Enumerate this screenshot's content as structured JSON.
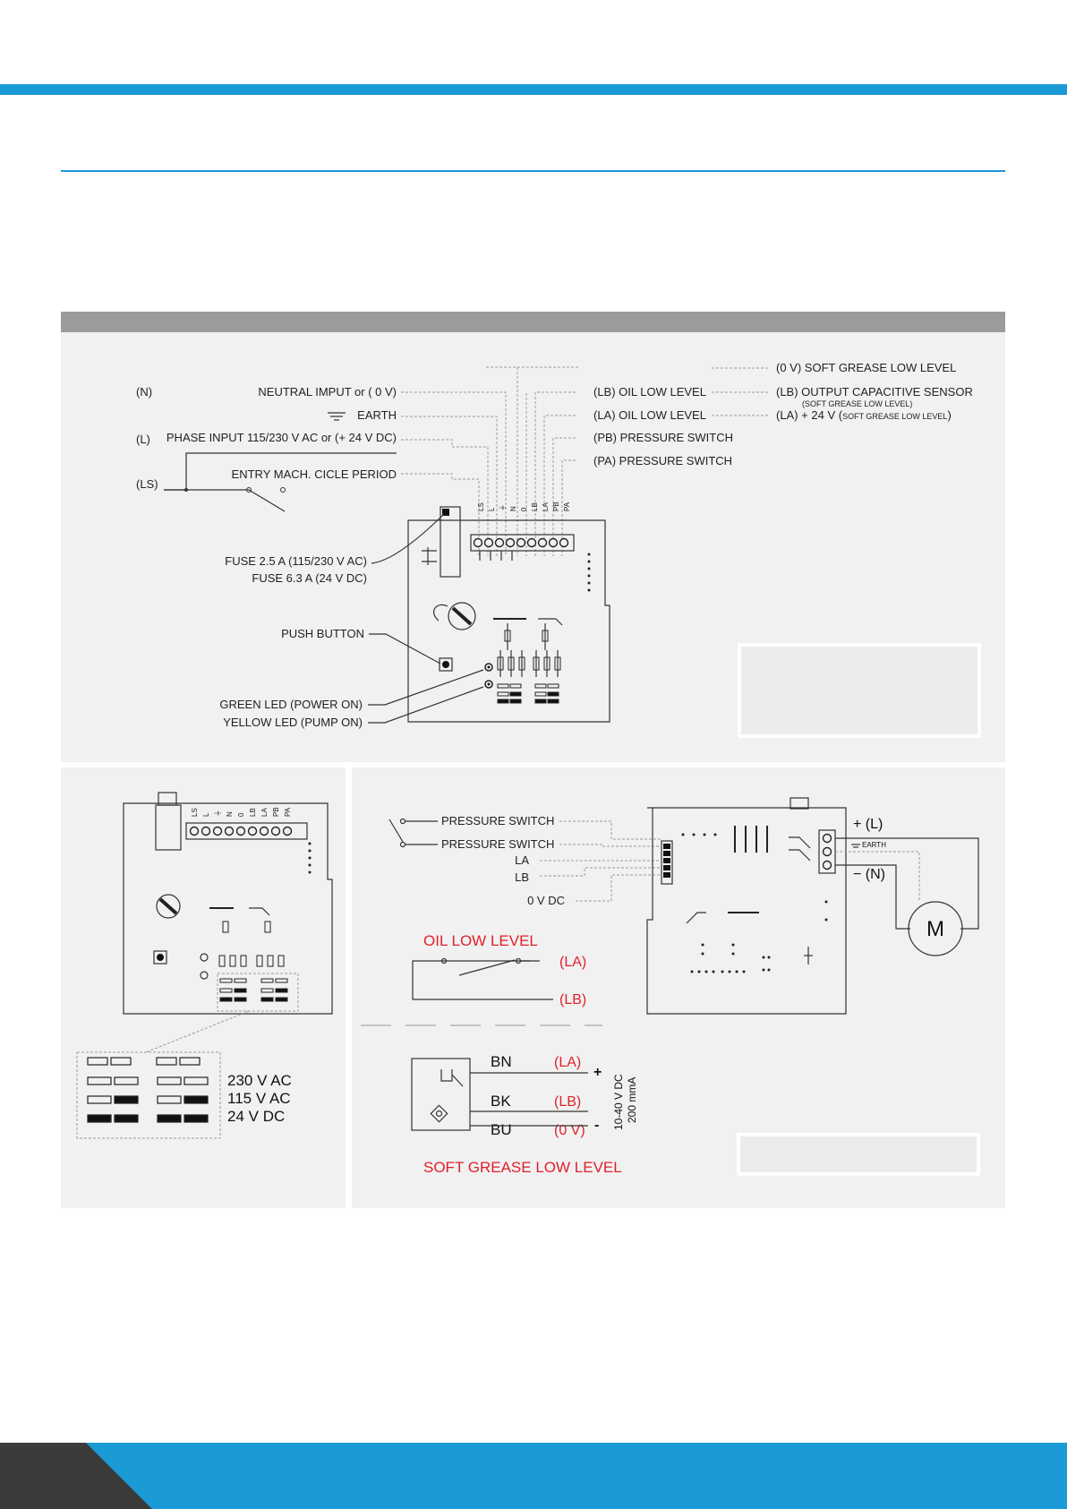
{
  "colors": {
    "accent": "#1a9ad6",
    "dark": "#3b3b3b",
    "panel": "#f1f1f1",
    "panel_header": "#9b9b9b",
    "red_label": "#e0202a"
  },
  "main_diagram": {
    "left_labels": {
      "n": "(N)",
      "l": "(L)",
      "ls": "(LS)"
    },
    "inputs": {
      "neutral": "NEUTRAL IMPUT or ( 0 V)",
      "earth": "EARTH",
      "phase": "PHASE INPUT 115/230 V AC or (+ 24 V DC)",
      "entry": "ENTRY MACH. CICLE PERIOD"
    },
    "terminal_labels": [
      "LS",
      "L",
      "⏚",
      "N",
      "0",
      "LB",
      "LA",
      "PB",
      "PA"
    ],
    "right_labels": {
      "lb_oil": "(LB) OIL LOW LEVEL",
      "la_oil": "(LA) OIL LOW LEVEL",
      "pb": "(PB) PRESSURE SWITCH",
      "pa": "(PA) PRESSURE SWITCH"
    },
    "far_right": {
      "zero_v": "(0 V) SOFT GREASE LOW LEVEL",
      "lb_output": "(LB) OUTPUT CAPACITIVE SENSOR",
      "lb_output_sub": "(SOFT GREASE LOW LEVEL)",
      "la_24v": "(LA) + 24 V (",
      "la_24v_sub": "SOFT GREASE LOW LEVEL",
      "la_24v_end": ")"
    },
    "components": {
      "fuse1": "FUSE 2.5 A (115/230 V AC)",
      "fuse2": "FUSE 6.3 A (24 V DC)",
      "push": "PUSH BUTTON",
      "green": "GREEN LED (POWER ON)",
      "yellow": "YELLOW LED (PUMP ON)"
    }
  },
  "voltage_diagram": {
    "terminal_labels": [
      "LS",
      "L",
      "⏚",
      "N",
      "0",
      "LB",
      "LA",
      "PB",
      "PA"
    ],
    "legend": [
      "230 V AC",
      "115 V AC",
      "24 V DC"
    ]
  },
  "wiring_diagram": {
    "inputs": {
      "ps1": "PRESSURE SWITCH",
      "ps2": "PRESSURE SWITCH",
      "la": "LA",
      "lb": "LB",
      "zero": "0 V DC"
    },
    "power": {
      "plus_l": "+ (L)",
      "earth": "EARTH",
      "minus_n": "− (N)",
      "motor": "M"
    },
    "oil": {
      "title": "OIL LOW LEVEL",
      "la": "(LA)",
      "lb": "(LB)"
    },
    "sensor": {
      "bn": "BN",
      "bk": "BK",
      "bu": "BU",
      "la": "(LA)",
      "lb": "(LB)",
      "zero": "(0 V)",
      "plus": "+",
      "minus": "-",
      "spec1": "10-40 V DC",
      "spec2": "200 mmA"
    },
    "soft": "SOFT GREASE LOW LEVEL"
  }
}
